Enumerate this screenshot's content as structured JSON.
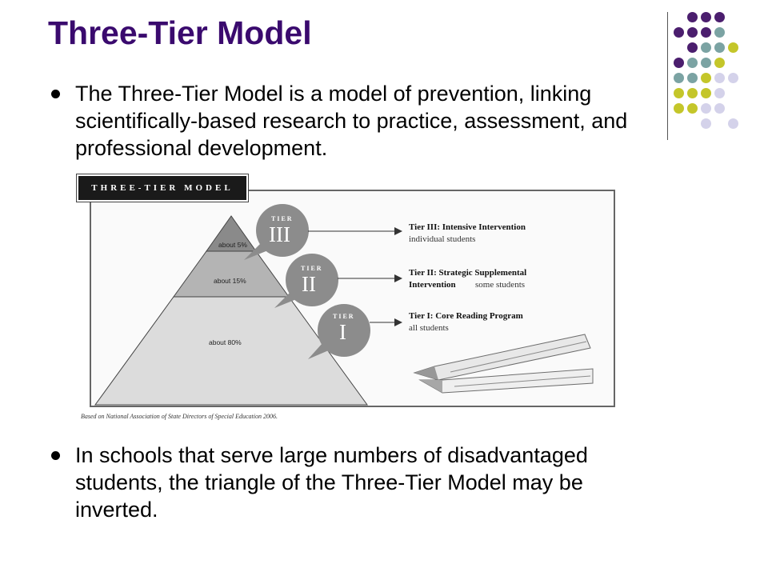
{
  "slide": {
    "title": "Three-Tier Model",
    "bullets": [
      "The Three-Tier Model is a model of prevention, linking scientifically-based research to practice, assessment, and professional development.",
      "In schools that serve large numbers of disadvantaged students, the triangle of the Three-Tier Model may be inverted."
    ]
  },
  "figure": {
    "header": "THREE-TIER MODEL",
    "pyramid": {
      "top": "about 5%",
      "middle": "about 15%",
      "bottom": "about 80%"
    },
    "badges": [
      {
        "word": "TIER",
        "numeral": "III"
      },
      {
        "word": "TIER",
        "numeral": "II"
      },
      {
        "word": "TIER",
        "numeral": "I"
      }
    ],
    "tiers": [
      {
        "title": "Tier III: Intensive Intervention",
        "sub": "individual students"
      },
      {
        "title": "Tier II: Strategic Supplemental",
        "title2": "Intervention",
        "sub": "some students"
      },
      {
        "title": "Tier I: Core Reading Program",
        "sub": "all students"
      }
    ],
    "credit": "Based on National Association of State Directors of Special Education 2006."
  },
  "colors": {
    "title": "#3a0a6e",
    "dot_purple": "#4b1e6e",
    "dot_teal": "#7ba3a3",
    "dot_olive": "#c4c62a",
    "dot_lavender": "#d4d2ea"
  }
}
